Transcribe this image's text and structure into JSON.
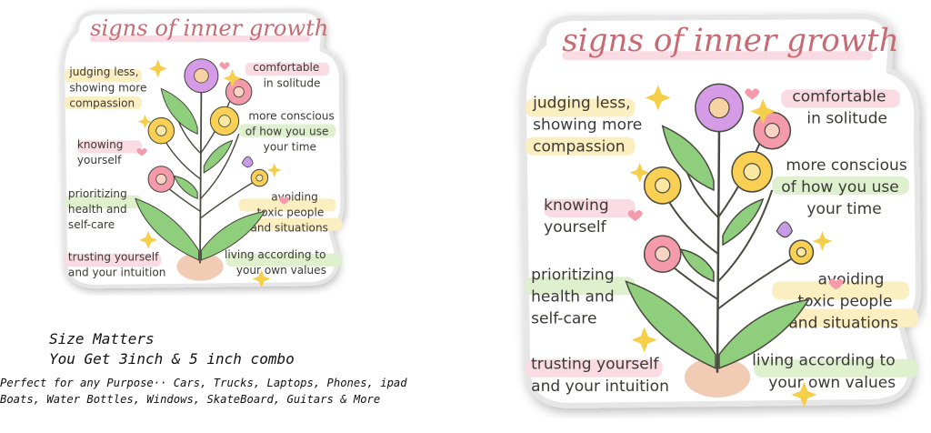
{
  "sticker": {
    "title": "signs of inner growth",
    "labels": {
      "judging": [
        "judging less,",
        "showing more",
        "compassion"
      ],
      "comfortable": [
        "comfortable",
        "in solitude"
      ],
      "knowing": [
        "knowing",
        "yourself"
      ],
      "conscious": [
        "more conscious",
        "of how you use",
        "your time"
      ],
      "prioritizing": [
        "prioritizing",
        "health and",
        "self-care"
      ],
      "avoiding": [
        "avoiding",
        "toxic people",
        "and situations"
      ],
      "trusting": [
        "trusting yourself",
        "and your intuition"
      ],
      "living": [
        "living according to",
        "your own values"
      ]
    }
  },
  "caption": {
    "line1": "Size Matters",
    "line2": "You Get 3inch & 5 inch combo",
    "line3": "Perfect for any Purpose·· Cars, Trucks, Laptops, Phones, ipad",
    "line4": "Boats, Water Bottles, Windows, SkateBoard, Guitars & More"
  },
  "colors": {
    "title": "#c86a72",
    "text": "#3b3a36",
    "highlight_yellow": "#fbeec0",
    "highlight_pink": "#fadbe3",
    "highlight_green": "#dff0cf",
    "flower_purple": "#d59be6",
    "flower_pink": "#f49aaa",
    "flower_yellow": "#f9d054",
    "leaf": "#8fce7c",
    "soil": "#f1cbb3"
  }
}
